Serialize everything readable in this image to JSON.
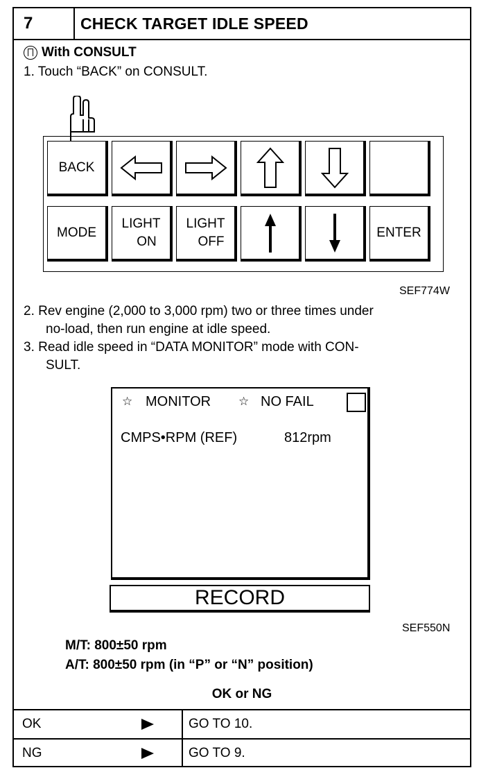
{
  "step": {
    "number": "7",
    "title": "CHECK TARGET IDLE SPEED"
  },
  "consult": {
    "heading": "With CONSULT",
    "step1": "1.  Touch “BACK” on CONSULT.",
    "keypad": {
      "back": "BACK",
      "mode": "MODE",
      "light_on_1": "LIGHT",
      "light_on_2": "ON",
      "light_off_1": "LIGHT",
      "light_off_2": "OFF",
      "enter": "ENTER"
    },
    "fig1_code": "SEF774W",
    "step2_line1": "2.  Rev engine (2,000 to 3,000 rpm) two or three times under",
    "step2_line2": "no-load, then run engine at idle speed.",
    "step3_line1": "3.  Read idle speed in “DATA MONITOR” mode with CON-",
    "step3_line2": "SULT.",
    "monitor": {
      "label_monitor": "MONITOR",
      "label_nofail": "NO FAIL",
      "item_name": "CMPS•RPM (REF)",
      "item_value": "812rpm",
      "record": "RECORD"
    },
    "fig2_code": "SEF550N"
  },
  "spec": {
    "mt": "M/T: 800±50 rpm",
    "at": "A/T: 800±50 rpm (in “P” or “N” position)"
  },
  "result": {
    "heading": "OK or NG",
    "rows": [
      {
        "status": "OK",
        "action": "GO TO 10."
      },
      {
        "status": "NG",
        "action": "GO TO 9."
      }
    ]
  }
}
